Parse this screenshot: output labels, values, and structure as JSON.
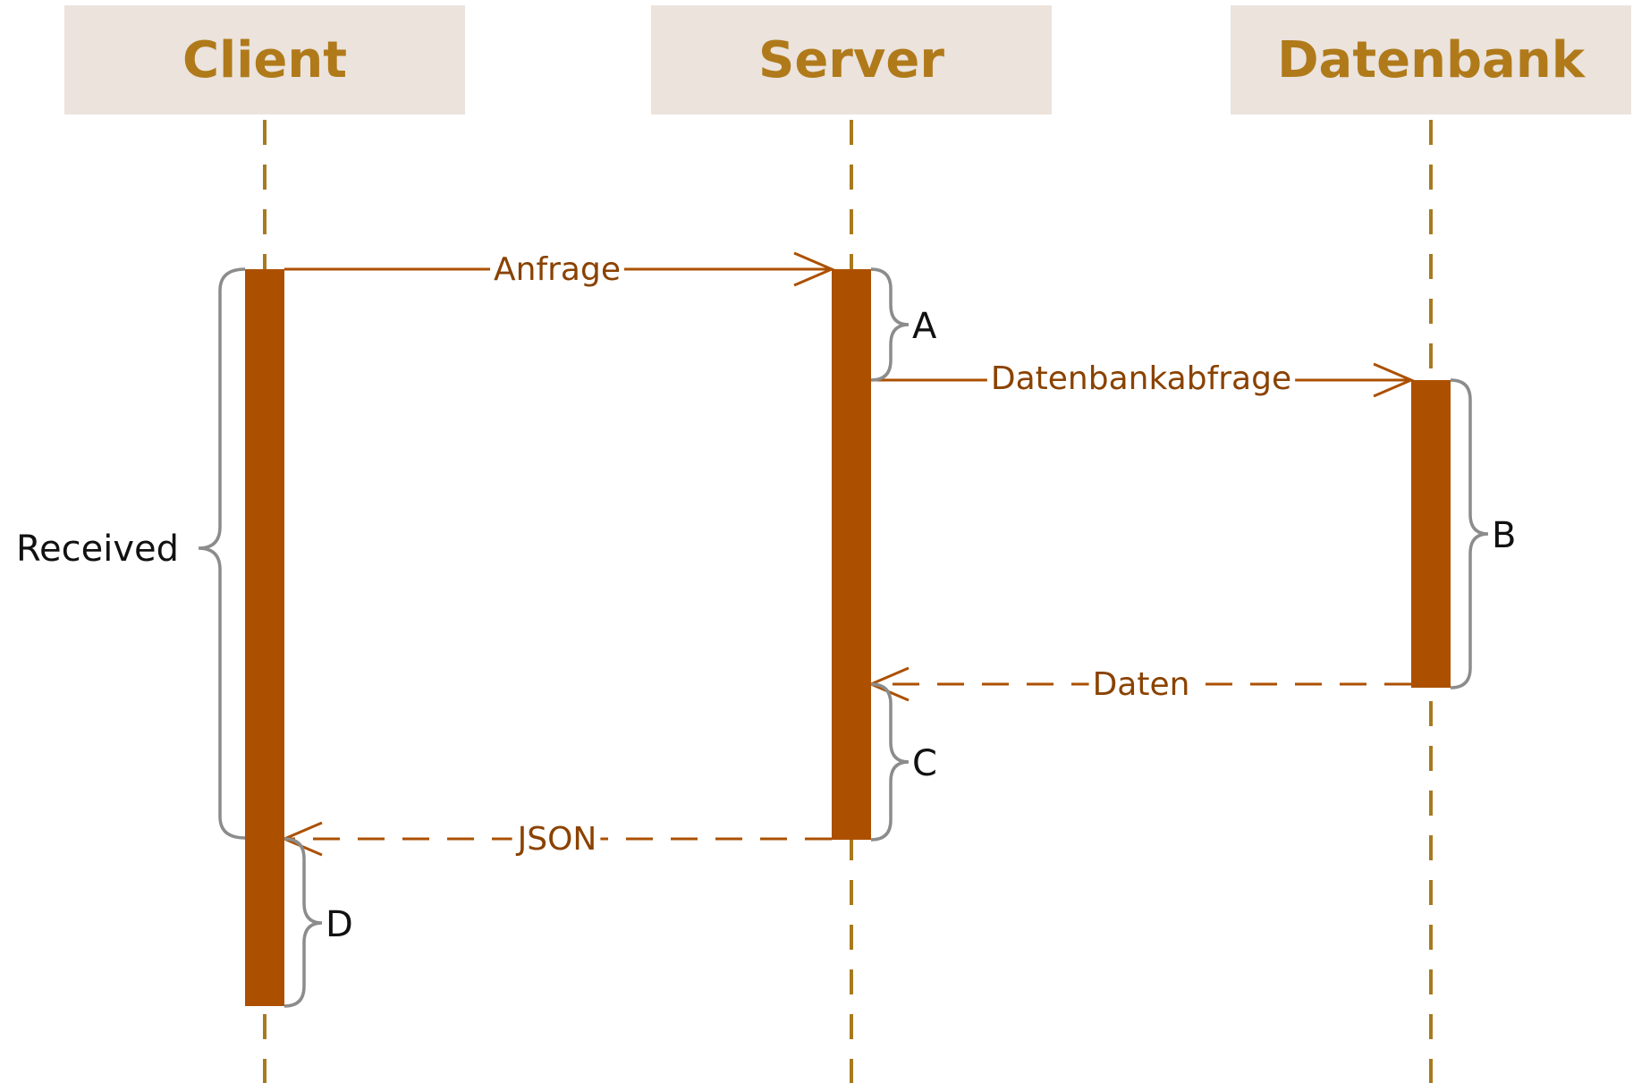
{
  "lifelines": {
    "client": "Client",
    "server": "Server",
    "database": "Datenbank"
  },
  "messages": {
    "request": "Anfrage",
    "db_query": "Datenbankabfrage",
    "data": "Daten",
    "json": "JSON"
  },
  "braces": {
    "received": "Received",
    "a": "A",
    "b": "B",
    "c": "C",
    "d": "D"
  },
  "colors": {
    "header_bg": "#ebe3dc",
    "header_text": "#b07a1a",
    "lifeline": "#a87a1e",
    "activation": "#ac5000",
    "message": "#ac5000",
    "message_label": "#8a4200",
    "brace": "#8c8c8c"
  }
}
